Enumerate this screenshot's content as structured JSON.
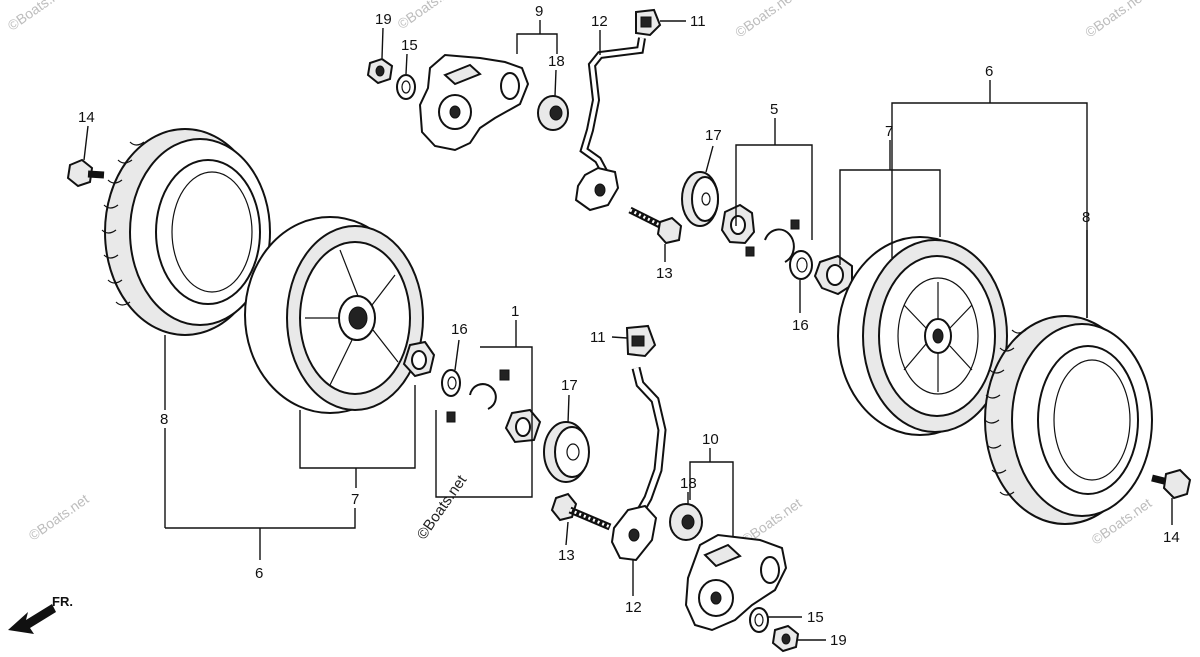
{
  "callouts": {
    "c1": "1",
    "c5": "5",
    "c6_left": "6",
    "c6_right": "6",
    "c7_left": "7",
    "c7_right": "7",
    "c8_left": "8",
    "c8_right": "8",
    "c9": "9",
    "c10": "10",
    "c11_top": "11",
    "c11_mid": "11",
    "c12_top": "12",
    "c12_bottom": "12",
    "c13_top": "13",
    "c13_bottom": "13",
    "c14_left": "14",
    "c14_right": "14",
    "c15_top": "15",
    "c15_bottom": "15",
    "c16_left": "16",
    "c16_right": "16",
    "c17_left": "17",
    "c17_right": "17",
    "c18_top": "18",
    "c18_bottom": "18",
    "c19_top": "19",
    "c19_bottom": "19"
  },
  "front_indicator": "FR.",
  "watermark": "©Boats.net"
}
